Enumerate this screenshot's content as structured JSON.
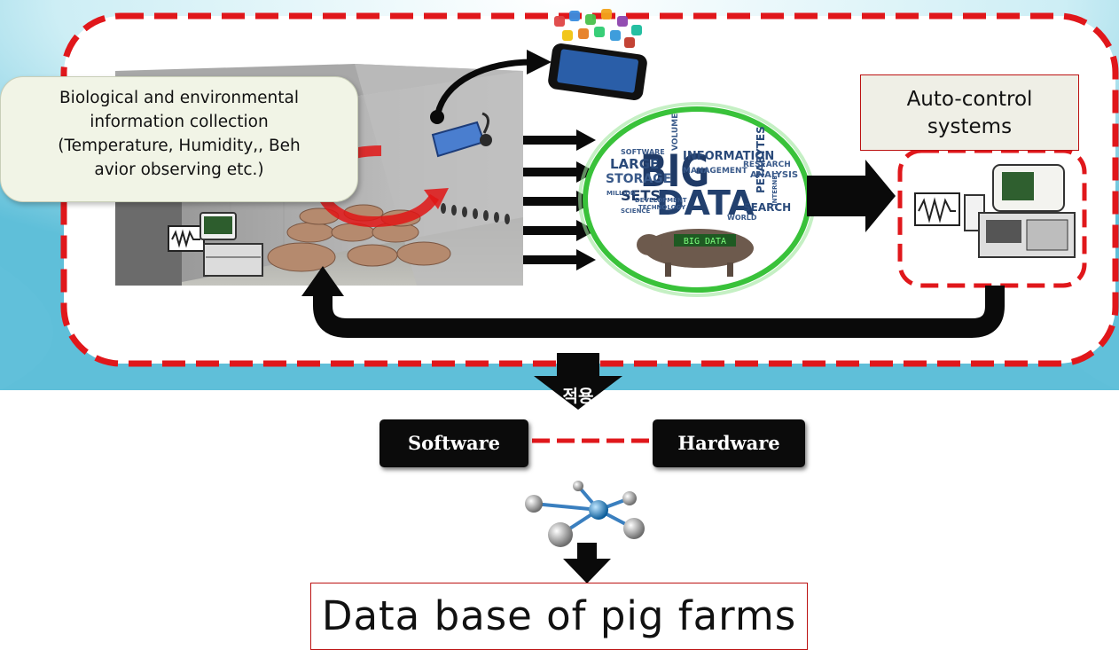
{
  "info_box": {
    "lines": [
      "Biological and environmental",
      "information collection",
      "(Temperature, Humidity,, Beh",
      "avior observing etc.)"
    ]
  },
  "auto_control": {
    "lines": [
      "Auto-control",
      "systems"
    ]
  },
  "big_data_cloud": {
    "words": [
      "BIG",
      "DATA",
      "INFORMATION",
      "STORAGE",
      "LARGE",
      "SETS",
      "PETABYTES",
      "SEARCH",
      "ANALYSIS",
      "VOLUME",
      "MANAGEMENT",
      "RESEARCH",
      "SOFTWARE",
      "TECHNOLOGY",
      "DEVELOPMENT",
      "SCIENCE",
      "MILLION",
      "INTERNET",
      "WORLD"
    ],
    "pig_tag": "BIG DATA"
  },
  "apply_label": "적용",
  "software_label": "Software",
  "hardware_label": "Hardware",
  "database_label": "Data base of pig farms",
  "colors": {
    "dashed_border": "#e0171b",
    "arrow": "#0a0a0a",
    "cloud_glow": "#39c23a",
    "sky": "#8fd3e8"
  }
}
